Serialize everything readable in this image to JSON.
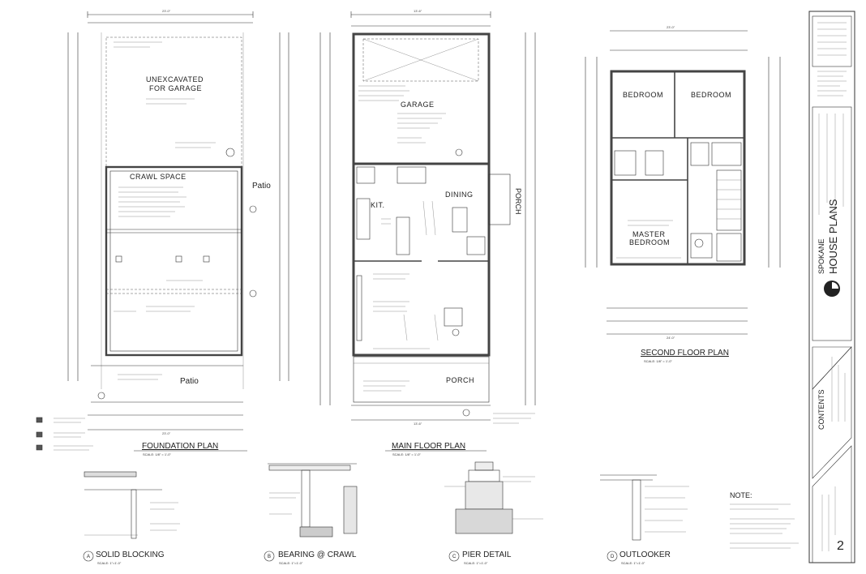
{
  "foundation": {
    "title": "FOUNDATION PLAN",
    "scale": "SCALE: 1/8\" = 1'-0\"",
    "garage_label_1": "UNEXCAVATED",
    "garage_label_2": "FOR GARAGE",
    "crawl_label": "CRAWL SPACE",
    "patio_side": "Patio",
    "patio_front": "Patio",
    "dim_top": "23'-0\"",
    "dim_bottom": "23'-0\""
  },
  "main_floor": {
    "title": "MAIN FLOOR PLAN",
    "scale": "SCALE: 1/8\" = 1'-0\"",
    "garage": "GARAGE",
    "kitchen": "KIT.",
    "dining": "DINING",
    "porch_side": "PORCH",
    "porch_front": "PORCH",
    "dim_top": "13'-6\"",
    "dim_bottom": "13'-6\""
  },
  "second_floor": {
    "title": "SECOND FLOOR PLAN",
    "scale": "SCALE: 1/8\" = 1'-0\"",
    "bedroom_left": "BEDROOM",
    "bedroom_right": "BEDROOM",
    "master_1": "MASTER",
    "master_2": "BEDROOM",
    "dim_top": "23'-0\"",
    "dim_bottom": "24'-0\""
  },
  "details": {
    "d1_num": "A",
    "d1": "SOLID BLOCKING",
    "d2_num": "B",
    "d2": "BEARING @ CRAWL",
    "d3_num": "C",
    "d3": "PIER DETAIL",
    "d4_num": "D",
    "d4": "OUTLOOKER",
    "scale": "SCALE: 1\"=1'-0\""
  },
  "notes": {
    "title": "NOTE:"
  },
  "title_block": {
    "brand_top": "SPOKANE",
    "brand_main": "HOUSE PLANS",
    "contents_heading": "CONTENTS",
    "page_number": "2"
  },
  "colors": {
    "line": "#333333",
    "wall": "#444444",
    "background": "#ffffff"
  }
}
